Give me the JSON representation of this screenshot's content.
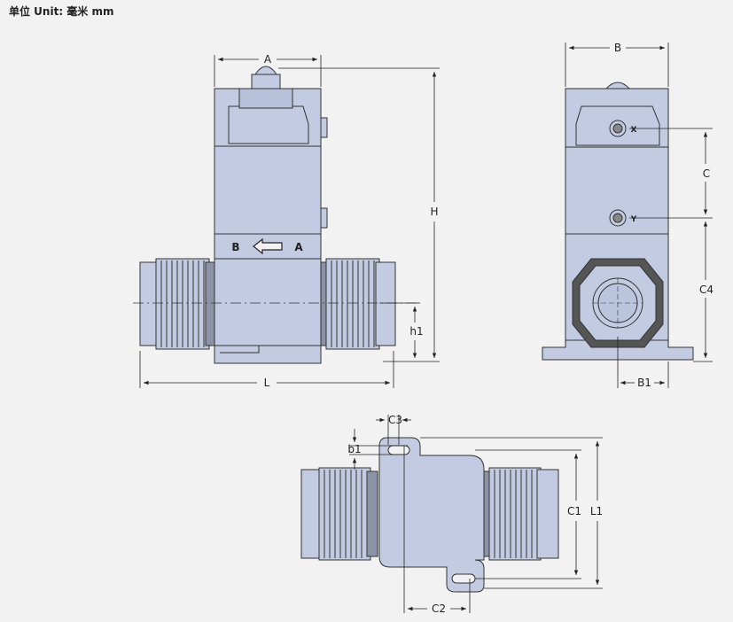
{
  "header": {
    "unit_label": "单位 Unit: 毫米 mm"
  },
  "front_view": {
    "dim_A": "A",
    "dim_H": "H",
    "dim_L": "L",
    "dim_h1": "h1",
    "flow_label_left": "B",
    "flow_label_right": "A"
  },
  "side_view": {
    "dim_B": "B",
    "dim_C": "C",
    "dim_C4": "C4",
    "dim_B1": "B1",
    "port_X": "X",
    "port_Y": "Y"
  },
  "bottom_view": {
    "dim_C3": "C3",
    "dim_b1": "b1",
    "dim_C1": "C1",
    "dim_L1": "L1",
    "dim_C2": "C2"
  },
  "colors": {
    "body": "#c3cbe2",
    "outline": "#333333",
    "dimension": "#222222",
    "background": "#f2f2f2"
  }
}
